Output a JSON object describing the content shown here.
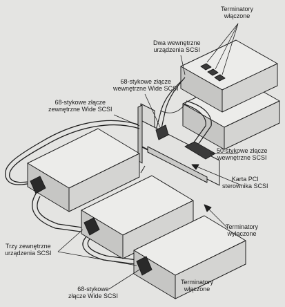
{
  "labels": {
    "terminators_on_top": {
      "line1": "Terminatory",
      "line2": "włączone"
    },
    "two_internal_devices": {
      "line1": "Dwa wewnętrzne",
      "line2": "urządzenia SCSI"
    },
    "connector_68_internal": {
      "line1": "68-stykowe złącze",
      "line2": "wewnętrzne Wide SCSI"
    },
    "connector_68_external": {
      "line1": "68-stykowe złącze",
      "line2": "zewnętrzne Wide SCSI"
    },
    "connector_50_internal": {
      "line1": "50-stykowe złącze",
      "line2": "wewnętrzne SCSI"
    },
    "pci_card": {
      "line1": "Karta PCI",
      "line2": "sterownika SCSI"
    },
    "terminators_off": {
      "line1": "Terminatory",
      "line2": "wyłączone"
    },
    "three_external_devices": {
      "line1": "Trzy zewnętrzne",
      "line2": "urządzenia SCSI"
    },
    "connector_68_wide_bottom": {
      "line1": "68-stykowe",
      "line2": "złącze Wide SCSI"
    },
    "terminators_on_bottom": {
      "line1": "Terminatory",
      "line2": "włączone"
    }
  },
  "colors": {
    "background": "#e4e4e2",
    "stroke": "#1e1e1e",
    "box_top": "#ececea",
    "box_side": "#d4d4d2",
    "box_front": "#c6c6c4",
    "accent": "#2a2a2a"
  }
}
